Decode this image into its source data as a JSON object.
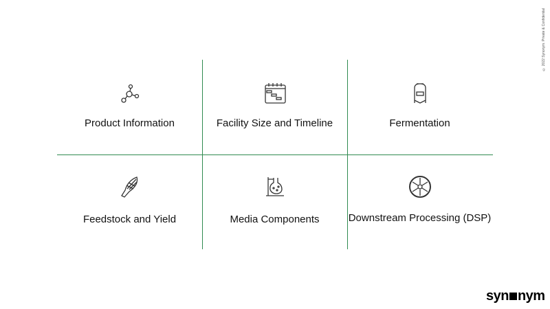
{
  "copyright": "© 2022 Synonym. Private & Confidential",
  "logo": {
    "left": "syn",
    "right": "nym"
  },
  "tiles": [
    {
      "label": "Product Information",
      "icon": "molecule-icon"
    },
    {
      "label": "Facility Size and Timeline",
      "icon": "gantt-calendar-icon"
    },
    {
      "label": "Fermentation",
      "icon": "fermentation-tank-icon"
    },
    {
      "label": "Feedstock and Yield",
      "icon": "corn-icon"
    },
    {
      "label": "Media Components",
      "icon": "flask-stand-icon"
    },
    {
      "label": "Downstream Processing (DSP)",
      "icon": "centrifuge-icon"
    }
  ],
  "colors": {
    "grid": "#2f8a4f"
  }
}
